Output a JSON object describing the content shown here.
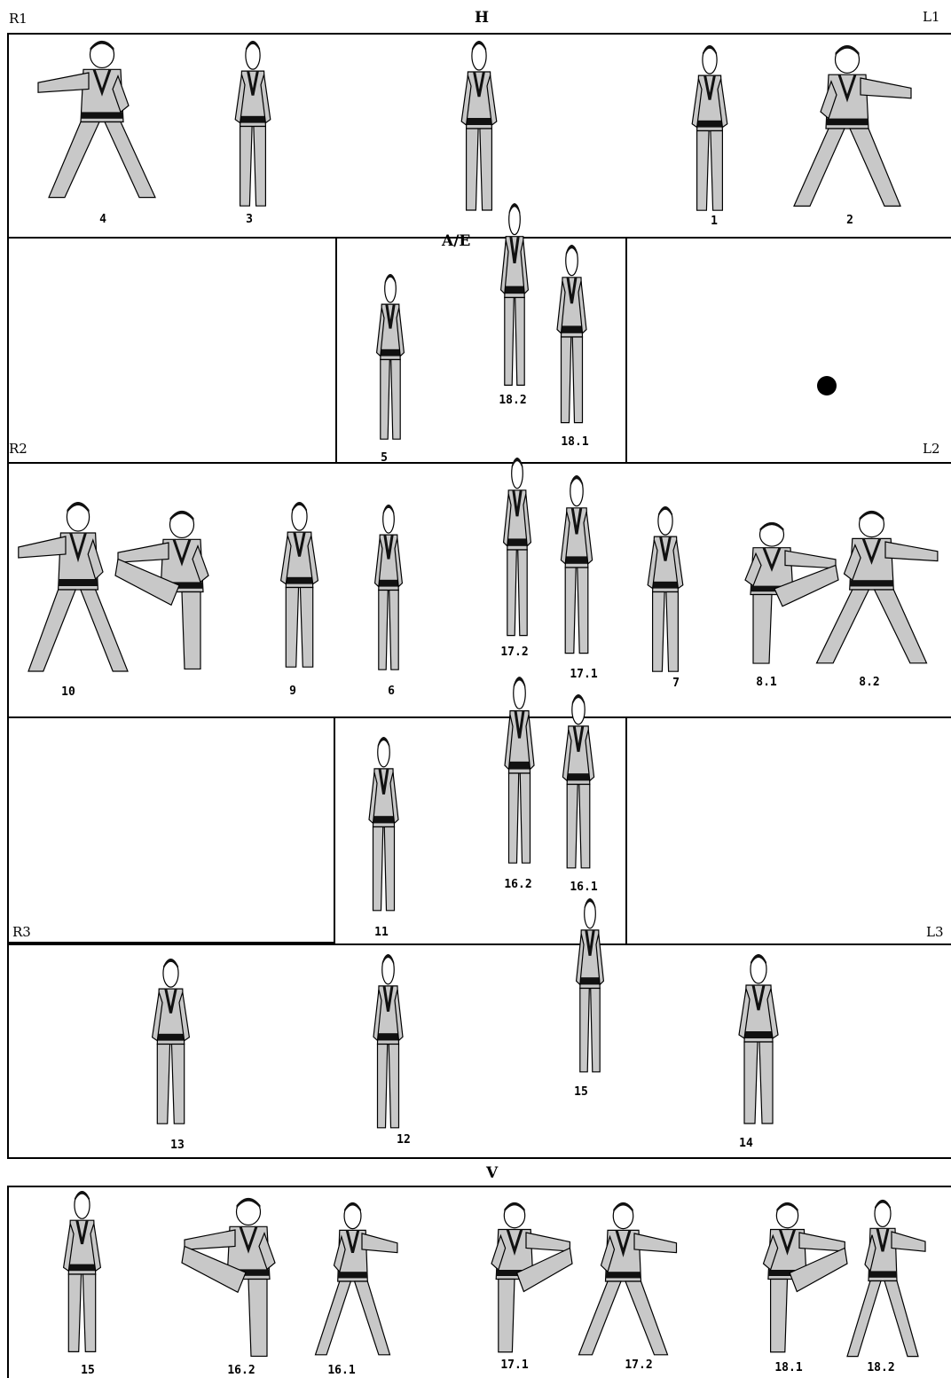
{
  "corners": {
    "r1": "R1",
    "h": "H",
    "l1": "L1",
    "r2": "R2",
    "l2": "L2",
    "r3": "R3",
    "l3": "L3",
    "ae": "A/E",
    "v": "V"
  },
  "steps": {
    "s1": "1",
    "s2": "2",
    "s3": "3",
    "s4": "4",
    "s5": "5",
    "s6": "6",
    "s7": "7",
    "s8_1": "8.1",
    "s8_2": "8.2",
    "s9": "9",
    "s10": "10",
    "s11": "11",
    "s12": "12",
    "s13": "13",
    "s14": "14",
    "s15": "15",
    "s16_1": "16.1",
    "s16_2": "16.2",
    "s17_1": "17.1",
    "s17_2": "17.2",
    "s18_1": "18.1",
    "s18_2": "18.2"
  },
  "bottom_steps": {
    "b15": "15",
    "b16_2": "16.2",
    "b16_1": "16.1",
    "b17_1": "17.1",
    "b17_2": "17.2",
    "b18_1": "18.1",
    "b18_2": "18.2"
  },
  "colors": {
    "line": "#000000",
    "dobok": "#c8c8c8",
    "belt": "#111111"
  }
}
